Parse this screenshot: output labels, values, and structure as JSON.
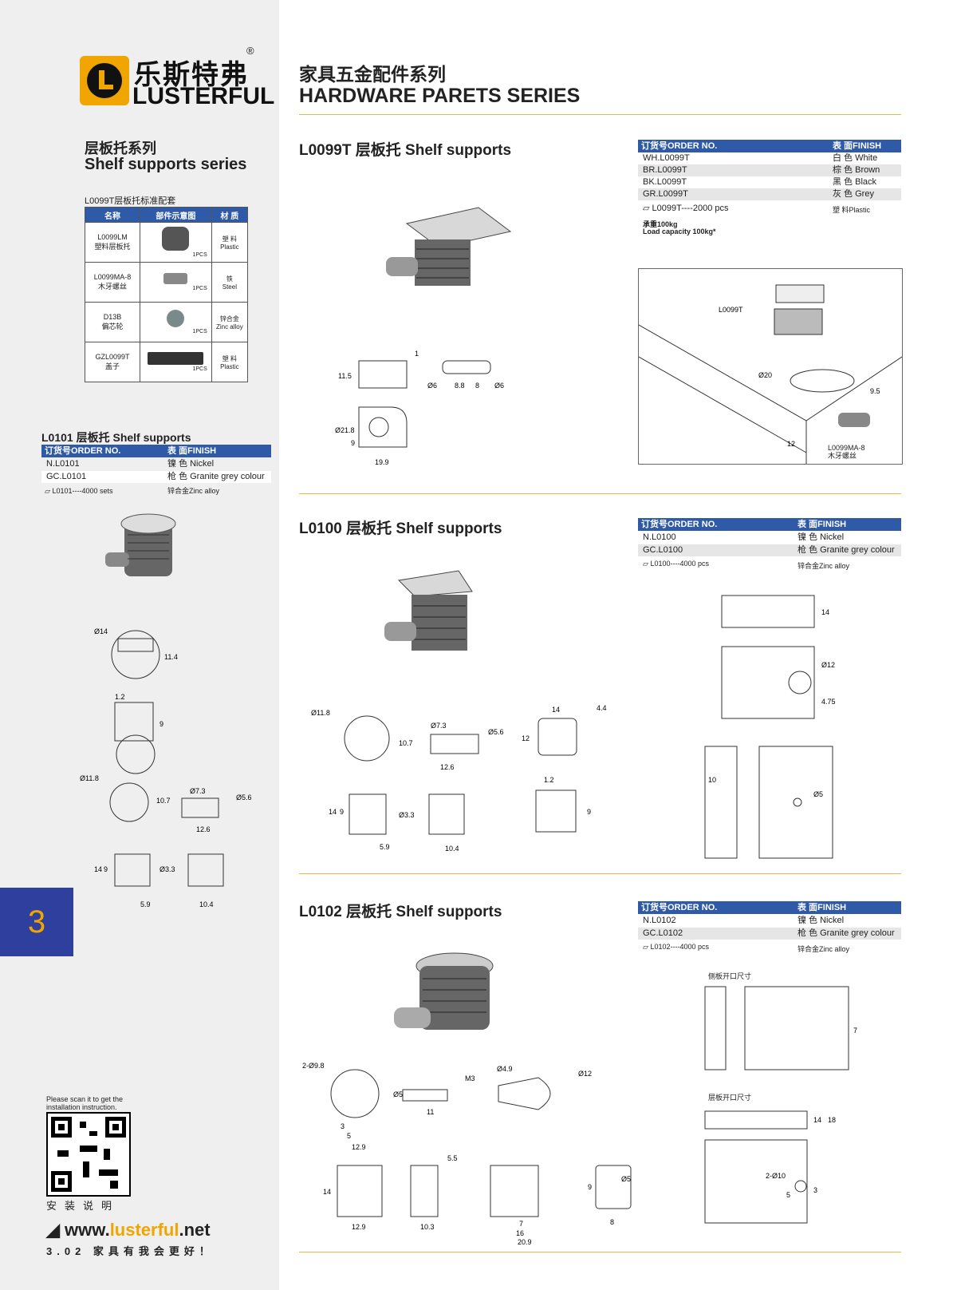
{
  "brand": {
    "cn": "乐斯特弗",
    "en": "LUSTERFUL",
    "reg": "®"
  },
  "section": {
    "cn": "层板托系列",
    "en": "Shelf supports series"
  },
  "kit": {
    "label": "L0099T层板托标准配套",
    "headers": [
      "名称",
      "部件示意图",
      "材 质"
    ],
    "rows": [
      {
        "name": "L0099LM\n塑料层板托",
        "pcs": "1PCS",
        "material": "塑 料\nPlastic"
      },
      {
        "name": "L0099MA-8\n木牙螺丝",
        "pcs": "1PCS",
        "material": "铁\nSteel"
      },
      {
        "name": "D13B\n偏芯轮",
        "pcs": "1PCS",
        "material": "锌合金\nZinc alloy"
      },
      {
        "name": "GZL0099T\n盖子",
        "pcs": "1PCS",
        "material": "塑 料\nPlastic"
      }
    ]
  },
  "l0101": {
    "title": "L0101 层板托 Shelf supports",
    "order_hdr": "订货号ORDER NO.",
    "finish_hdr": "表 面FINISH",
    "rows": [
      [
        "N.L0101",
        "镍 色 Nickel"
      ],
      [
        "GC.L0101",
        "枪 色 Granite grey colour"
      ]
    ],
    "pack": "L0101----4000 sets",
    "material": "锌合金Zinc alloy",
    "dims": [
      "Ø14",
      "11.4",
      "1.2",
      "9",
      "Ø11.8",
      "10.7",
      "Ø7.3",
      "Ø5.6",
      "12.6",
      "14",
      "9",
      "Ø3.3",
      "5.9",
      "10.4"
    ]
  },
  "tab": "3",
  "qr": {
    "caption": "Please scan it to get the installation instruction.",
    "label": "安装说明"
  },
  "footer": {
    "www_pre": "www.",
    "www_hl": "lusterful",
    "www_post": ".net",
    "motto": "3.02 家具有我会更好！"
  },
  "header": {
    "cn": "家具五金配件系列",
    "en": "HARDWARE PARETS SERIES"
  },
  "l0099t": {
    "title": "L0099T 层板托 Shelf supports",
    "order_hdr": "订货号ORDER NO.",
    "finish_hdr": "表 面FINISH",
    "rows": [
      [
        "WH.L0099T",
        "白 色 White"
      ],
      [
        "BR.L0099T",
        "棕 色 Brown"
      ],
      [
        "BK.L0099T",
        "黑 色 Black"
      ],
      [
        "GR.L0099T",
        "灰 色 Grey"
      ]
    ],
    "pack": "L0099T----2000 pcs",
    "material": "塑 料Plastic",
    "load_cn": "承重100kg",
    "load_en": "Load capacity 100kg*",
    "dims": [
      "11.5",
      "1",
      "Ø6",
      "8.8",
      "8",
      "Ø6",
      "Ø21.8",
      "9",
      "19.9"
    ],
    "callouts": [
      "L0099T",
      "Ø20",
      "9.5",
      "12",
      "L0099MA-8\n木牙螺丝"
    ]
  },
  "l0100": {
    "title": "L0100 层板托 Shelf supports",
    "order_hdr": "订货号ORDER NO.",
    "finish_hdr": "表 面FINISH",
    "rows": [
      [
        "N.L0100",
        "镍 色 Nickel"
      ],
      [
        "GC.L0100",
        "枪 色 Granite grey colour"
      ]
    ],
    "pack": "L0100----4000 pcs",
    "material": "锌合金Zinc alloy",
    "dims": [
      "Ø11.8",
      "10.7",
      "Ø7.3",
      "Ø5.6",
      "12.6",
      "14",
      "4.4",
      "12",
      "14",
      "9",
      "Ø3.3",
      "5.9",
      "10.4",
      "1.2",
      "9"
    ],
    "right_dims": [
      "14",
      "Ø12",
      "4.75",
      "10",
      "Ø5"
    ]
  },
  "l0102": {
    "title": "L0102 层板托 Shelf supports",
    "order_hdr": "订货号ORDER NO.",
    "finish_hdr": "表 面FINISH",
    "rows": [
      [
        "N.L0102",
        "镍 色 Nickel"
      ],
      [
        "GC.L0102",
        "枪 色 Granite grey colour"
      ]
    ],
    "pack": "L0102----4000 pcs",
    "material": "锌合金Zinc alloy",
    "dims": [
      "2-Ø9.8",
      "3",
      "5",
      "12.9",
      "Ø5",
      "M3",
      "11",
      "Ø4.9",
      "Ø12",
      "14",
      "12.9",
      "5.5",
      "10.3",
      "9",
      "7",
      "16",
      "20.9",
      "Ø5",
      "8"
    ],
    "side_label": "侧板开口尺寸",
    "side_dims": [
      "7"
    ],
    "shelf_label": "层板开口尺寸",
    "shelf_dims": [
      "14",
      "18",
      "2-Ø10",
      "5",
      "3"
    ]
  }
}
